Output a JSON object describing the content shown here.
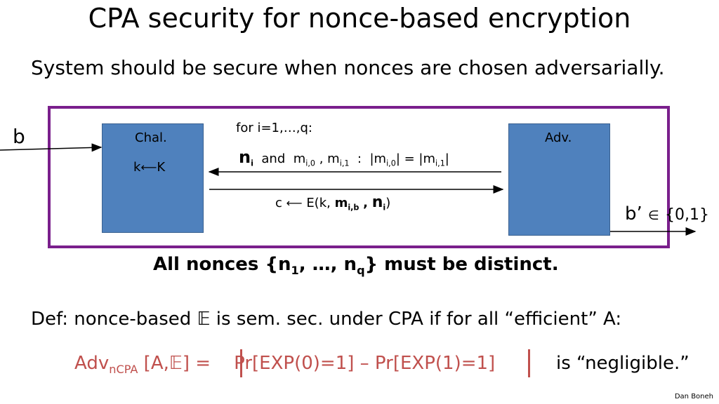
{
  "title": "CPA security for nonce-based encryption",
  "subtitle": "System should be secure when nonces are chosen adversarially.",
  "diagram": {
    "b_label": "b",
    "challenger": {
      "label": "Chal.",
      "key_text": "k",
      "key_space": "K"
    },
    "adversary": {
      "label": "Adv."
    },
    "loop_text": "for i=1,…,q:",
    "query": {
      "nonce": "n",
      "nonce_sub": "i",
      "and": "and",
      "m": "m",
      "m0_sub": "i,0",
      "m1_sub": "i,1",
      "sep": ":",
      "len_eq": "="
    },
    "response": {
      "c": "c",
      "enc_open": "E(k,",
      "m": "m",
      "m_sub": "i,b",
      "comma": ",",
      "n": "n",
      "n_sub": "i",
      "close": ")"
    },
    "output_prefix": "b’",
    "output_set": "{0,1}"
  },
  "distinct": {
    "prefix": "All nonces {n",
    "sub1": "1",
    "mid": ", …, n",
    "subq": "q",
    "suffix": "}  must be distinct."
  },
  "definition": {
    "prefix": "Def: nonce-based",
    "scheme": "𝔼",
    "suffix": "is sem. sec. under CPA if for all “efficient”  A:"
  },
  "advantage": {
    "adv": "Adv",
    "adv_sub": "nCPA",
    "args_open": "[A,",
    "scheme": "𝔼",
    "args_close": "]  =",
    "expr": "Pr[EXP(0)=1] – Pr[EXP(1)=1]",
    "negligible": "is “negligible.”"
  },
  "author": "Dan Boneh",
  "colors": {
    "frame": "#7a1f8c",
    "box": "#4f81bd",
    "adv_text": "#c0504d"
  }
}
